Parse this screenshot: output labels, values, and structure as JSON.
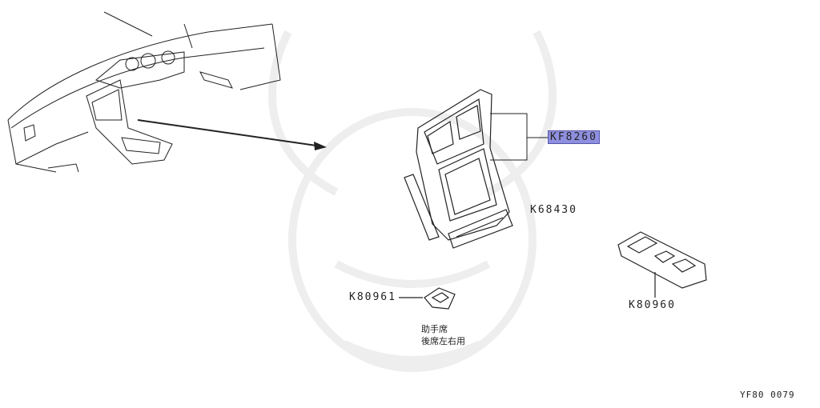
{
  "diagram": {
    "parts": [
      {
        "id": "kf8260",
        "number": "KF8260",
        "highlighted": true
      },
      {
        "id": "k68430",
        "number": "K68430",
        "highlighted": false
      },
      {
        "id": "k80961",
        "number": "K80961",
        "highlighted": false
      },
      {
        "id": "k80960",
        "number": "K80960",
        "highlighted": false
      }
    ],
    "note_lines": [
      "助手席",
      "後席左右用"
    ],
    "figure_code": "YF80 0079",
    "highlight_color": "#8f8fe0",
    "line_color": "#222222"
  }
}
